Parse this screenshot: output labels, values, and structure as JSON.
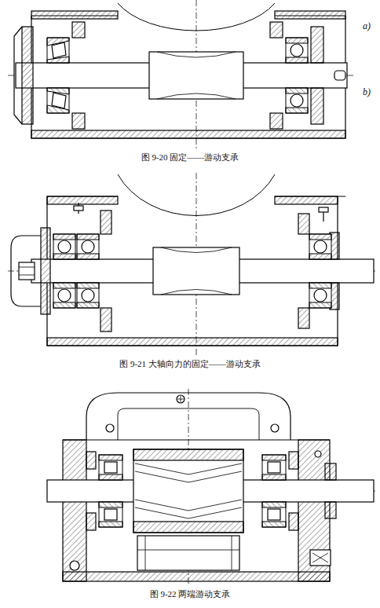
{
  "diagram": {
    "labels": [
      "a)",
      "b)",
      "图 9-20 固定——游动支承",
      "图 9-21 大轴向力的固定——游动支承",
      "图 9-22 两端游动支承"
    ]
  }
}
